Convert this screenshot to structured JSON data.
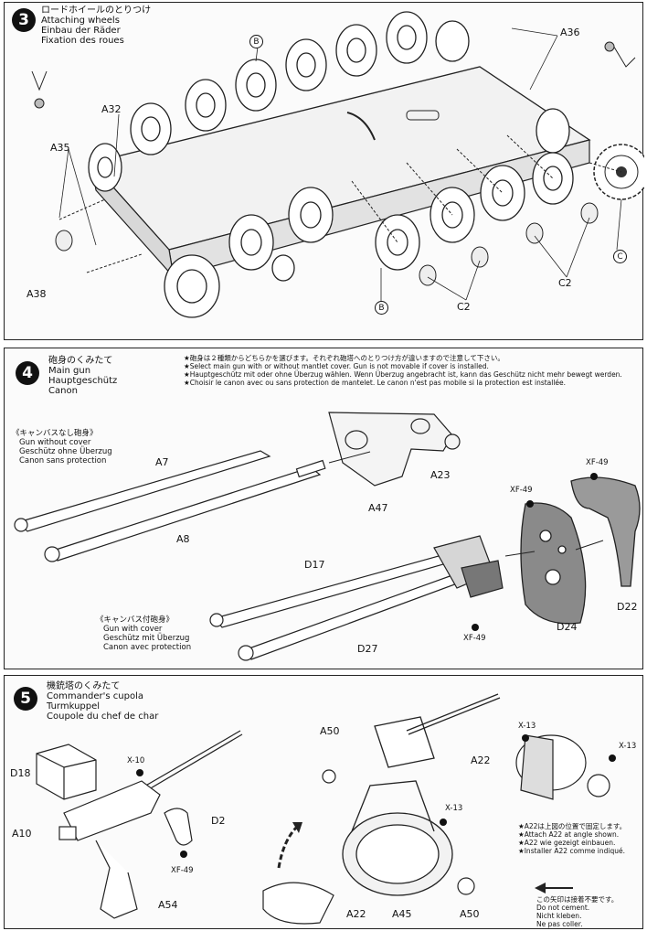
{
  "step3": {
    "number": "3",
    "title_jp": "ロードホイールのとりつけ",
    "title_en": "Attaching wheels",
    "title_de": "Einbau der Räder",
    "title_fr": "Fixation des roues",
    "labels": {
      "a36": "A36",
      "a32": "A32",
      "a35": "A35",
      "a38": "A38",
      "c2a": "C2",
      "c2b": "C2",
      "b": "B",
      "c": "C"
    }
  },
  "step4": {
    "number": "4",
    "title_jp": "砲身のくみたて",
    "title_en": "Main gun",
    "title_de": "Hauptgeschütz",
    "title_fr": "Canon",
    "notes": [
      "★砲身は２種類からどちらかを選びます。それぞれ砲塔へのとりつけ方が違いますので注意して下さい。",
      "★Select main gun with or without mantlet cover. Gun is not movable if cover is installed.",
      "★Hauptgeschütz mit oder ohne Überzug wählen. Wenn Überzug angebracht ist, kann das Geschütz nicht mehr bewegt werden.",
      "★Choisir le canon avec ou sans protection de mantelet. Le canon n'est pas mobile si la protection est installée."
    ],
    "without_jp": "《キャンバスなし砲身》",
    "without_en": "Gun without cover",
    "without_de": "Geschütz ohne Überzug",
    "without_fr": "Canon sans protection",
    "with_jp": "《キャンバス付砲身》",
    "with_en": "Gun with cover",
    "with_de": "Geschütz mit Überzug",
    "with_fr": "Canon avec protection",
    "labels": {
      "a7": "A7",
      "a8": "A8",
      "a47": "A47",
      "a23": "A23",
      "d17": "D17",
      "d27": "D27",
      "d22": "D22",
      "d24": "D24",
      "xf1": "XF-49",
      "xf2": "XF-49",
      "xf3": "XF-49"
    }
  },
  "step5": {
    "number": "5",
    "title_jp": "機銃塔のくみたて",
    "title_en": "Commander's cupola",
    "title_de": "Turmkuppel",
    "title_fr": "Coupole du chef de char",
    "labels": {
      "d18": "D18",
      "x10": "X-10",
      "d2": "D2",
      "a10": "A10",
      "xf49": "XF-49",
      "a54": "A54",
      "a50a": "A50",
      "a50b": "A50",
      "x13a": "X-13",
      "x13b": "X-13",
      "x13c": "X-13",
      "a22a": "A22",
      "a22b": "A22",
      "a45": "A45"
    },
    "a22_note_jp": "★A22は上図の位置で固定します。",
    "a22_note_en": "★Attach A22 at angle shown.",
    "a22_note_de": "★A22 wie gezeigt einbauen.",
    "a22_note_fr": "★Installer A22 comme indiqué.",
    "cement_jp": "この矢印は接着不要です。",
    "cement_en": "Do not cement.",
    "cement_de": "Nicht kleben.",
    "cement_fr": "Ne pas coller."
  }
}
